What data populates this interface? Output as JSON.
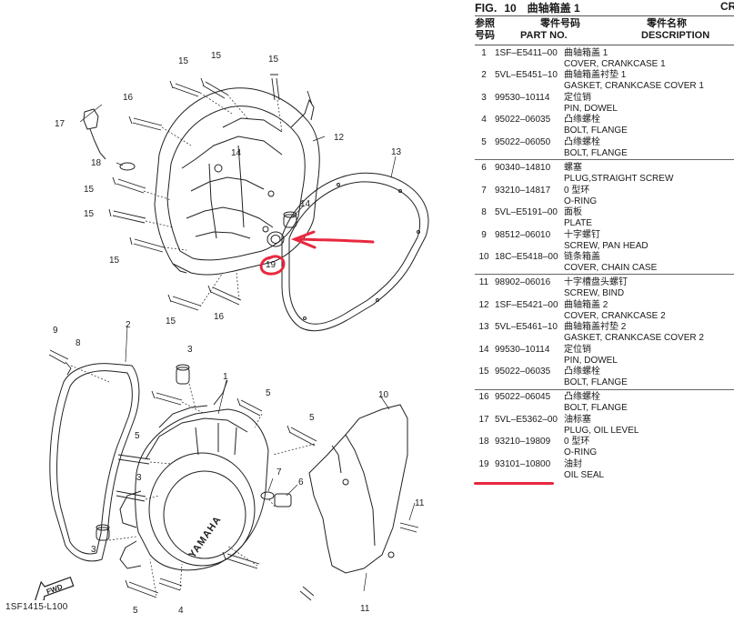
{
  "figure": {
    "fig_label": "FIG.",
    "fig_number": "10",
    "fig_title": "曲轴箱盖 1",
    "fig_title_en_partial": "CR",
    "drawing_code": "1SF1415-L100",
    "fwd_label": "FWD",
    "brand_mark": "YAMAHA"
  },
  "table_header": {
    "ref_cn_1": "参照",
    "ref_cn_2": "号码",
    "part_cn": "零件号码",
    "part_en": "PART NO.",
    "desc_cn": "零件名称",
    "desc_en": "DESCRIPTION"
  },
  "parts": [
    {
      "no": "1",
      "part_no": "1SF–E5411–00",
      "cn": "曲轴箱盖 1",
      "en": "COVER, CRANKCASE 1"
    },
    {
      "no": "2",
      "part_no": "5VL–E5451–10",
      "cn": "曲轴箱盖衬垫 1",
      "en": "GASKET, CRANKCASE COVER 1"
    },
    {
      "no": "3",
      "part_no": "99530–10114",
      "cn": "定位销",
      "en": "PIN, DOWEL"
    },
    {
      "no": "4",
      "part_no": "95022–06035",
      "cn": "凸缘螺栓",
      "en": "BOLT, FLANGE"
    },
    {
      "no": "5",
      "part_no": "95022–06050",
      "cn": "凸缘螺栓",
      "en": "BOLT, FLANGE"
    },
    {
      "no": "6",
      "part_no": "90340–14810",
      "cn": "螺塞",
      "en": "PLUG,STRAIGHT SCREW"
    },
    {
      "no": "7",
      "part_no": "93210–14817",
      "cn": "0 型环",
      "en": "O-RING"
    },
    {
      "no": "8",
      "part_no": "5VL–E5191–00",
      "cn": "面板",
      "en": "PLATE"
    },
    {
      "no": "9",
      "part_no": "98512–06010",
      "cn": "十字螺钉",
      "en": "SCREW, PAN HEAD"
    },
    {
      "no": "10",
      "part_no": "18C–E5418–00",
      "cn": "链条箱盖",
      "en": "COVER, CHAIN CASE"
    },
    {
      "no": "11",
      "part_no": "98902–06016",
      "cn": "十字槽盘头螺钉",
      "en": "SCREW, BIND"
    },
    {
      "no": "12",
      "part_no": "1SF–E5421–00",
      "cn": "曲轴箱盖 2",
      "en": "COVER, CRANKCASE 2"
    },
    {
      "no": "13",
      "part_no": "5VL–E5461–10",
      "cn": "曲轴箱盖衬垫 2",
      "en": "GASKET, CRANKCASE COVER 2"
    },
    {
      "no": "14",
      "part_no": "99530–10114",
      "cn": "定位销",
      "en": "PIN, DOWEL"
    },
    {
      "no": "15",
      "part_no": "95022–06035",
      "cn": "凸缘螺栓",
      "en": "BOLT, FLANGE"
    },
    {
      "no": "16",
      "part_no": "95022–06045",
      "cn": "凸缘螺栓",
      "en": "BOLT, FLANGE"
    },
    {
      "no": "17",
      "part_no": "5VL–E5362–00",
      "cn": "油标塞",
      "en": "PLUG, OIL LEVEL"
    },
    {
      "no": "18",
      "part_no": "93210–19809",
      "cn": "0 型环",
      "en": "O-RING"
    },
    {
      "no": "19",
      "part_no": "93101–10800",
      "cn": "油封",
      "en": "OIL SEAL"
    }
  ],
  "callouts": [
    "15",
    "15",
    "15",
    "16",
    "17",
    "14",
    "12",
    "18",
    "15",
    "14",
    "13",
    "15",
    "15",
    "15",
    "16",
    "19",
    "9",
    "8",
    "2",
    "3",
    "1",
    "5",
    "5",
    "5",
    "3",
    "10",
    "7",
    "6",
    "11",
    "5",
    "4",
    "11",
    "3"
  ],
  "annotation_color": "#e8283f"
}
